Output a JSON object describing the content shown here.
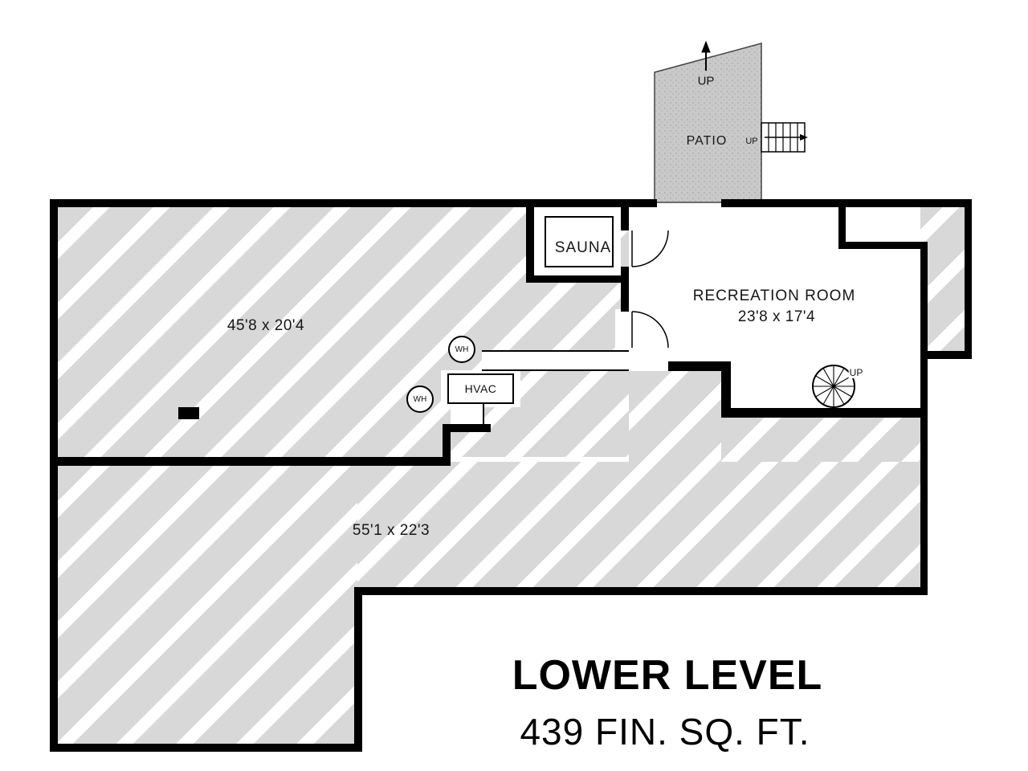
{
  "plan": {
    "area_upper_dims": "45'8 x 20'4",
    "area_lower_dims": "55'1 x 22'3",
    "recreation_name": "RECREATION ROOM",
    "recreation_dims": "23'8 x 17'4",
    "sauna_name": "SAUNA",
    "patio_name": "PATIO",
    "patio_up": "UP",
    "patio_stair_up": "UP",
    "spiral_up": "UP",
    "hvac_label": "HVAC",
    "water_heater_1": "WH",
    "water_heater_2": "WH"
  },
  "title": {
    "main": "LOWER LEVEL",
    "sub": "439 FIN. SQ. FT."
  },
  "colors": {
    "wall": "#000000",
    "hatch_stripe": "#d8d8d8",
    "patio_fill": "#c9c9c9"
  }
}
